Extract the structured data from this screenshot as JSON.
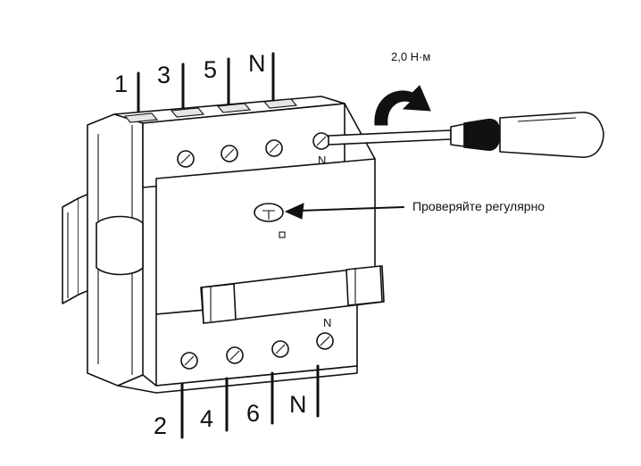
{
  "diagram": {
    "torque_label": "2,0 Н·м",
    "callout_label": "Проверяйте регулярно",
    "top_terminals": [
      "1",
      "3",
      "5",
      "N"
    ],
    "bottom_terminals": [
      "2",
      "4",
      "6",
      "N"
    ],
    "neutral_mark_top": "N",
    "neutral_mark_bottom": "N",
    "icons": [
      "rotate-arrow-icon",
      "screwdriver-icon",
      "test-button-icon",
      "pointer-arrow-icon"
    ]
  }
}
